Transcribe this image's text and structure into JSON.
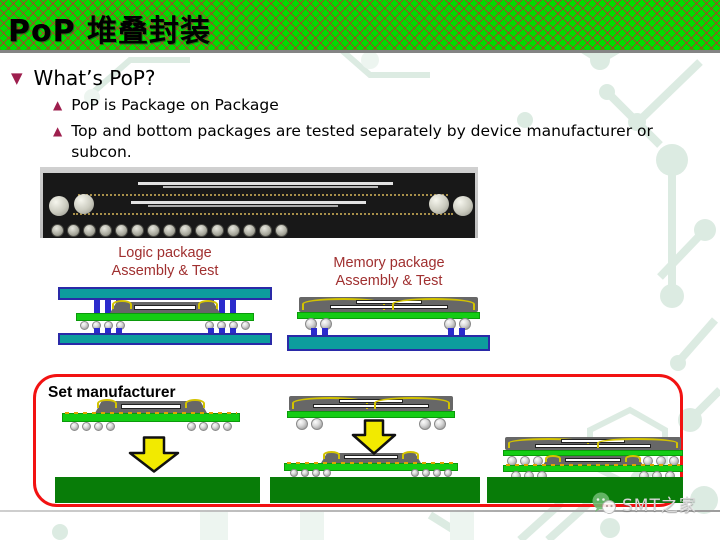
{
  "header": {
    "title": "PoP 堆叠封装"
  },
  "content": {
    "heading": {
      "marker": "▼",
      "text": "What’s PoP?"
    },
    "bullets": [
      {
        "marker": "▲",
        "text": "PoP is Package on Package"
      },
      {
        "marker": "▲",
        "text": "Top and bottom packages are tested separately by device manufacturer or subcon."
      }
    ],
    "diagram_labels": {
      "logic": {
        "line1": "Logic package",
        "line2": "Assembly & Test"
      },
      "memory": {
        "line1": "Memory package",
        "line2": "Assembly & Test"
      }
    },
    "set_box": {
      "title": "Set manufacturer"
    }
  },
  "watermark": {
    "icon": "wechat-icon",
    "text": "SMT之家"
  },
  "colors": {
    "header_green": "#00dc00",
    "hatch_red": "#b23a2a",
    "accent_maroon": "#9e1f4e",
    "label_red": "#a03030",
    "teal": "#0d9d9d",
    "pin_blue": "#2b2bcc",
    "substrate_green": "#14cd14",
    "pcb_green": "#087c08",
    "box_border_red": "#f21212",
    "arrow_yellow": "#f2ea00",
    "wire_gold": "#d3c300",
    "watermark_gray": "#d9d9d9"
  }
}
